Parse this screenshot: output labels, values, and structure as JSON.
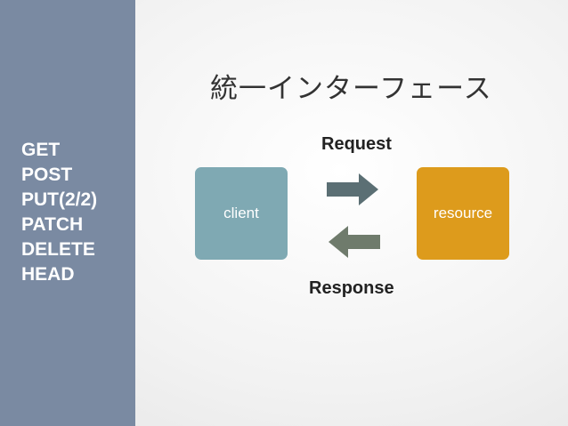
{
  "sidebar": {
    "methods": [
      "GET",
      "POST",
      "PUT(2/2)",
      "PATCH",
      "DELETE",
      "HEAD"
    ]
  },
  "title": "統一インターフェース",
  "diagram": {
    "client_label": "client",
    "resource_label": "resource",
    "request_label": "Request",
    "response_label": "Response"
  },
  "colors": {
    "sidebar": "#7a8aa2",
    "client_box": "#7fa9b3",
    "resource_box": "#dd9b1c",
    "arrow_request": "#5b6f74",
    "arrow_response": "#6f7b6c"
  }
}
